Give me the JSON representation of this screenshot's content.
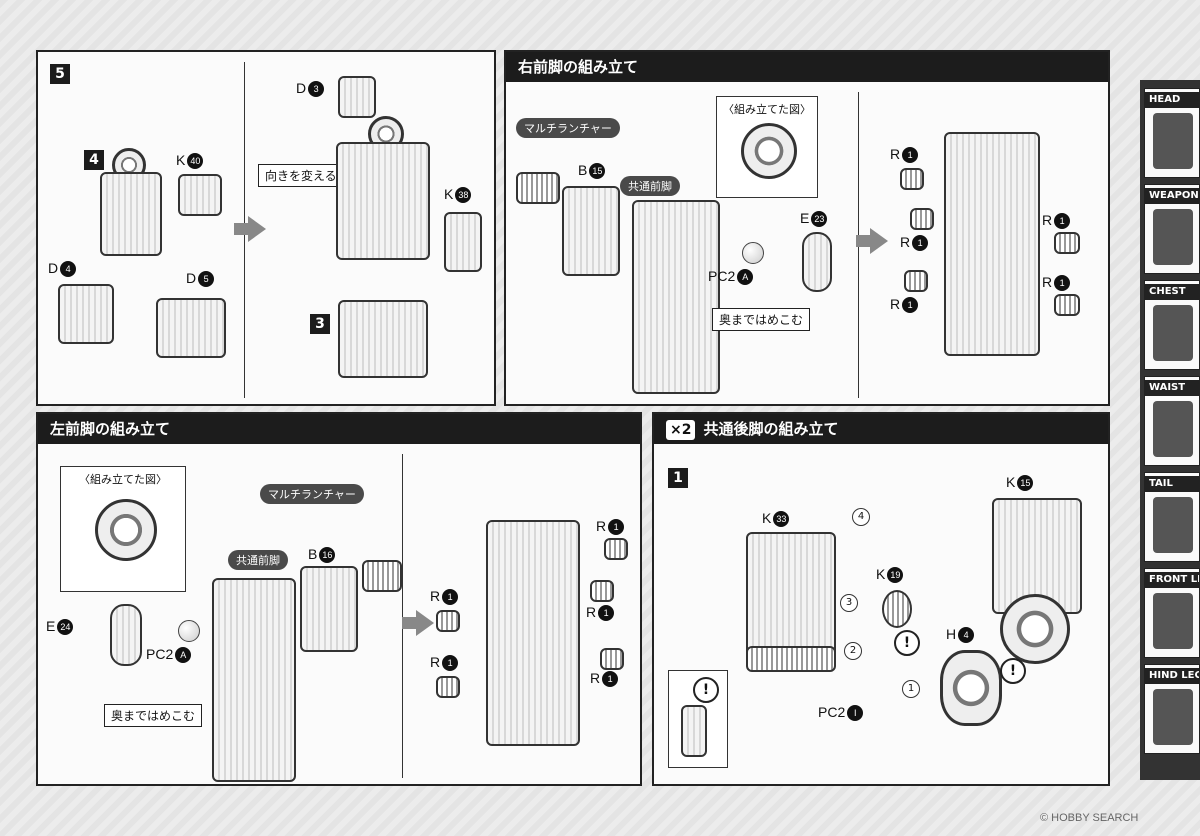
{
  "sections": {
    "step5": {
      "num": "5",
      "sub3": "3",
      "sub4": "4",
      "change_dir": "向きを変える"
    },
    "right_front": {
      "title": "右前脚の組み立て",
      "launcher": "マルチランチャー",
      "inset": "〈組み立てた図〉",
      "common": "共通前脚",
      "push": "奥まではめこむ"
    },
    "left_front": {
      "title": "左前脚の組み立て",
      "launcher": "マルチランチャー",
      "inset": "〈組み立てた図〉",
      "common": "共通前脚",
      "push": "奥まではめこむ"
    },
    "hind": {
      "x2": "×2",
      "title": "共通後脚の組み立て",
      "step": "1"
    }
  },
  "parts": {
    "K": "K",
    "D": "D",
    "B": "B",
    "E": "E",
    "R": "R",
    "PC2": "PC2",
    "H": "H",
    "n40": "40",
    "n4": "4",
    "n5": "5",
    "n3": "3",
    "n38": "38",
    "n15": "15",
    "n23": "23",
    "nA": "A",
    "n1": "1",
    "n16": "16",
    "n24": "24",
    "n33": "33",
    "n19": "19",
    "nI": "I"
  },
  "seq": {
    "s1": "1",
    "s2": "2",
    "s3": "3",
    "s4": "4",
    "excl": "!"
  },
  "tabs": [
    "HEAD",
    "WEAPON",
    "CHEST",
    "WAIST",
    "TAIL",
    "FRONT LEG",
    "HIND LEG"
  ],
  "footer": "© HOBBY SEARCH"
}
